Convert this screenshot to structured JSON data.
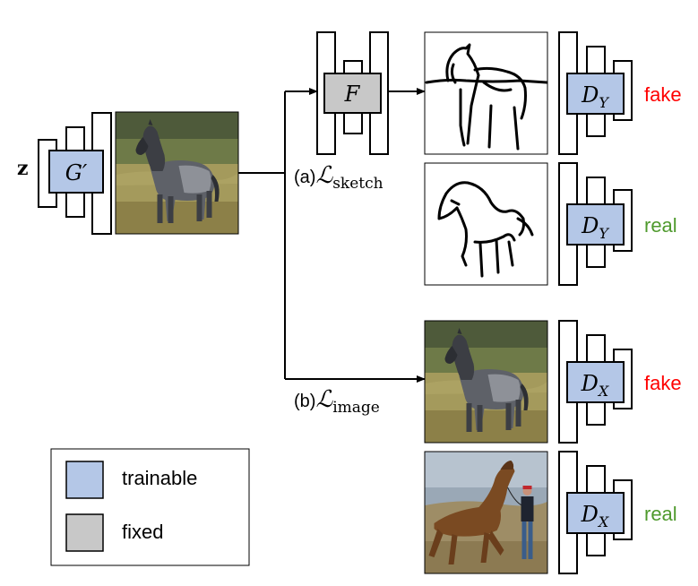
{
  "generator": {
    "input_label": "z",
    "name": "G′"
  },
  "sketch_net": {
    "name": "F"
  },
  "discriminators": [
    {
      "name": "D",
      "subscript": "Y",
      "verdict": "fake"
    },
    {
      "name": "D",
      "subscript": "Y",
      "verdict": "real"
    },
    {
      "name": "D",
      "subscript": "X",
      "verdict": "fake"
    },
    {
      "name": "D",
      "subscript": "X",
      "verdict": "real"
    }
  ],
  "losses": {
    "sketch": {
      "prefix": "(a)",
      "symbol": "ℒ",
      "subscript": "sketch"
    },
    "image": {
      "prefix": "(b)",
      "symbol": "ℒ",
      "subscript": "image"
    }
  },
  "legend": {
    "items": [
      {
        "label": "trainable",
        "color": "#b4c7e7"
      },
      {
        "label": "fixed",
        "color": "#c8c8c8"
      }
    ]
  },
  "colors": {
    "trainable": "#b4c7e7",
    "fixed": "#c8c8c8",
    "fake": "#ff0000",
    "real": "#4f9a2d",
    "stroke": "#000000"
  },
  "images": {
    "generated_horse": "generated grey horse photo",
    "sketch_generated": "line sketch of horse",
    "sketch_real": "line sketch of pony",
    "real_horse_gray": "grey horse photo",
    "real_horse_bay": "bay horse with handler photo"
  }
}
